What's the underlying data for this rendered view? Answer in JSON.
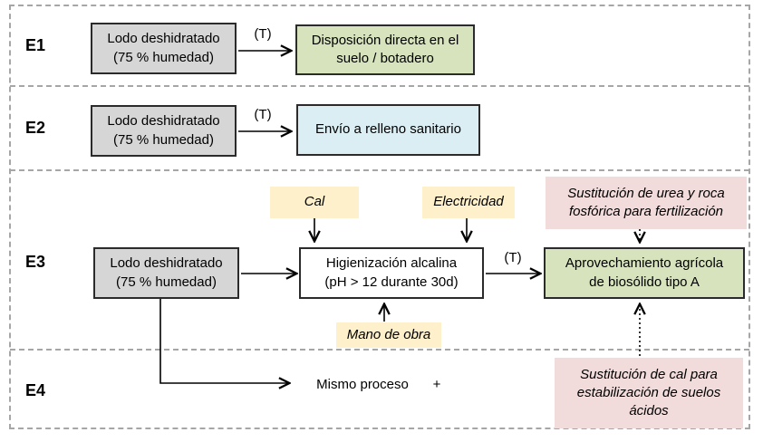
{
  "colors": {
    "lane_border": "#a6a6a6",
    "sludge_fill": "#d6d6d6",
    "soil_green_fill": "#d6e3bc",
    "landfill_blue_fill": "#daeef3",
    "process_fill": "#ffffff",
    "input_flow_fill": "#fdf0cb",
    "avoided_product_fill": "#f2dcdb",
    "line_color": "#000000"
  },
  "scenarios": {
    "e1": {
      "label": "E1",
      "sludge_box": "Lodo deshidratado\n(75 % humedad)",
      "transport_label": "(T)",
      "output_box": "Disposición directa en el\nsuelo / botadero"
    },
    "e2": {
      "label": "E2",
      "sludge_box": "Lodo deshidratado\n(75 % humedad)",
      "transport_label": "(T)",
      "output_box": "Envío a relleno sanitario"
    },
    "e3": {
      "label": "E3",
      "sludge_box": "Lodo deshidratado\n(75 % humedad)",
      "lime_input": "Cal",
      "electricity_input": "Electricidad",
      "labor_input": "Mano de obra",
      "process_box": "Higienización alcalina\n(pH > 12 durante 30d)",
      "transport_label": "(T)",
      "output_box": "Aprovechamiento agrícola\nde biosólido tipo A",
      "avoided_product": "Sustitución de urea y roca\nfosfórica para fertilización"
    },
    "e4": {
      "label": "E4",
      "process_note": "Mismo proceso",
      "plus_sign": "+",
      "avoided_product": "Sustitución de cal para\nestabilización de suelos\nácidos"
    }
  }
}
